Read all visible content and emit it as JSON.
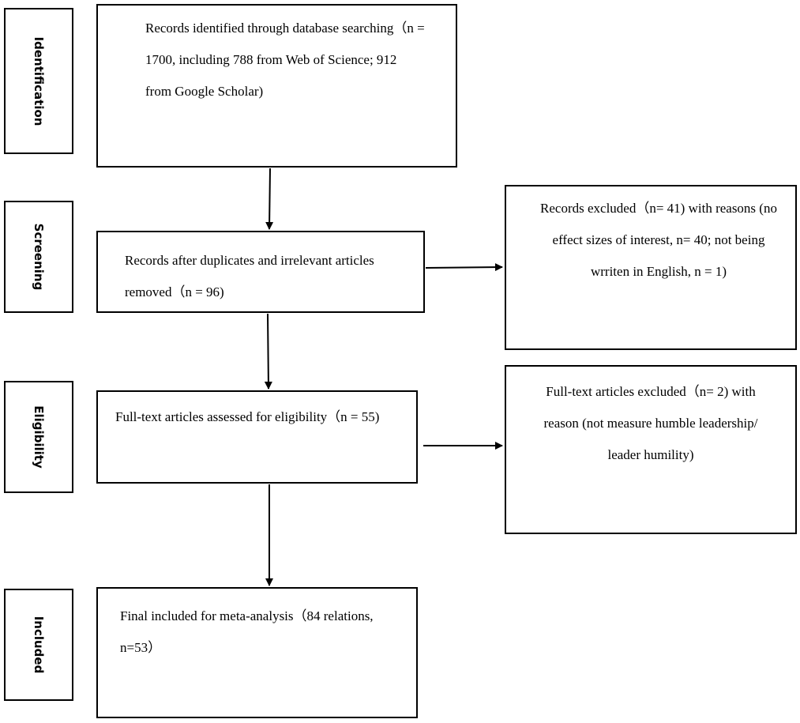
{
  "stages": {
    "identification": "Identification",
    "screening": "Screening",
    "eligibility": "Eligibility",
    "included": "Included"
  },
  "boxes": {
    "identified": "Records identified through database searching（n =\n1700, including 788 from Web of Science; 912\nfrom Google Scholar)",
    "screened": "Records after duplicates and irrelevant articles\nremoved（n = 96)",
    "excluded_screening": "Records excluded（n= 41) with reasons (no\neffect sizes of interest, n= 40; not being\nwrriten in English, n = 1)",
    "eligibility": "Full-text articles assessed for eligibility（n = 55)",
    "excluded_fulltext": "Full-text articles excluded（n= 2) with\nreason (not measure humble leadership/\nleader humility)",
    "included": "Final included for meta-analysis（84 relations,\nn=53）"
  }
}
